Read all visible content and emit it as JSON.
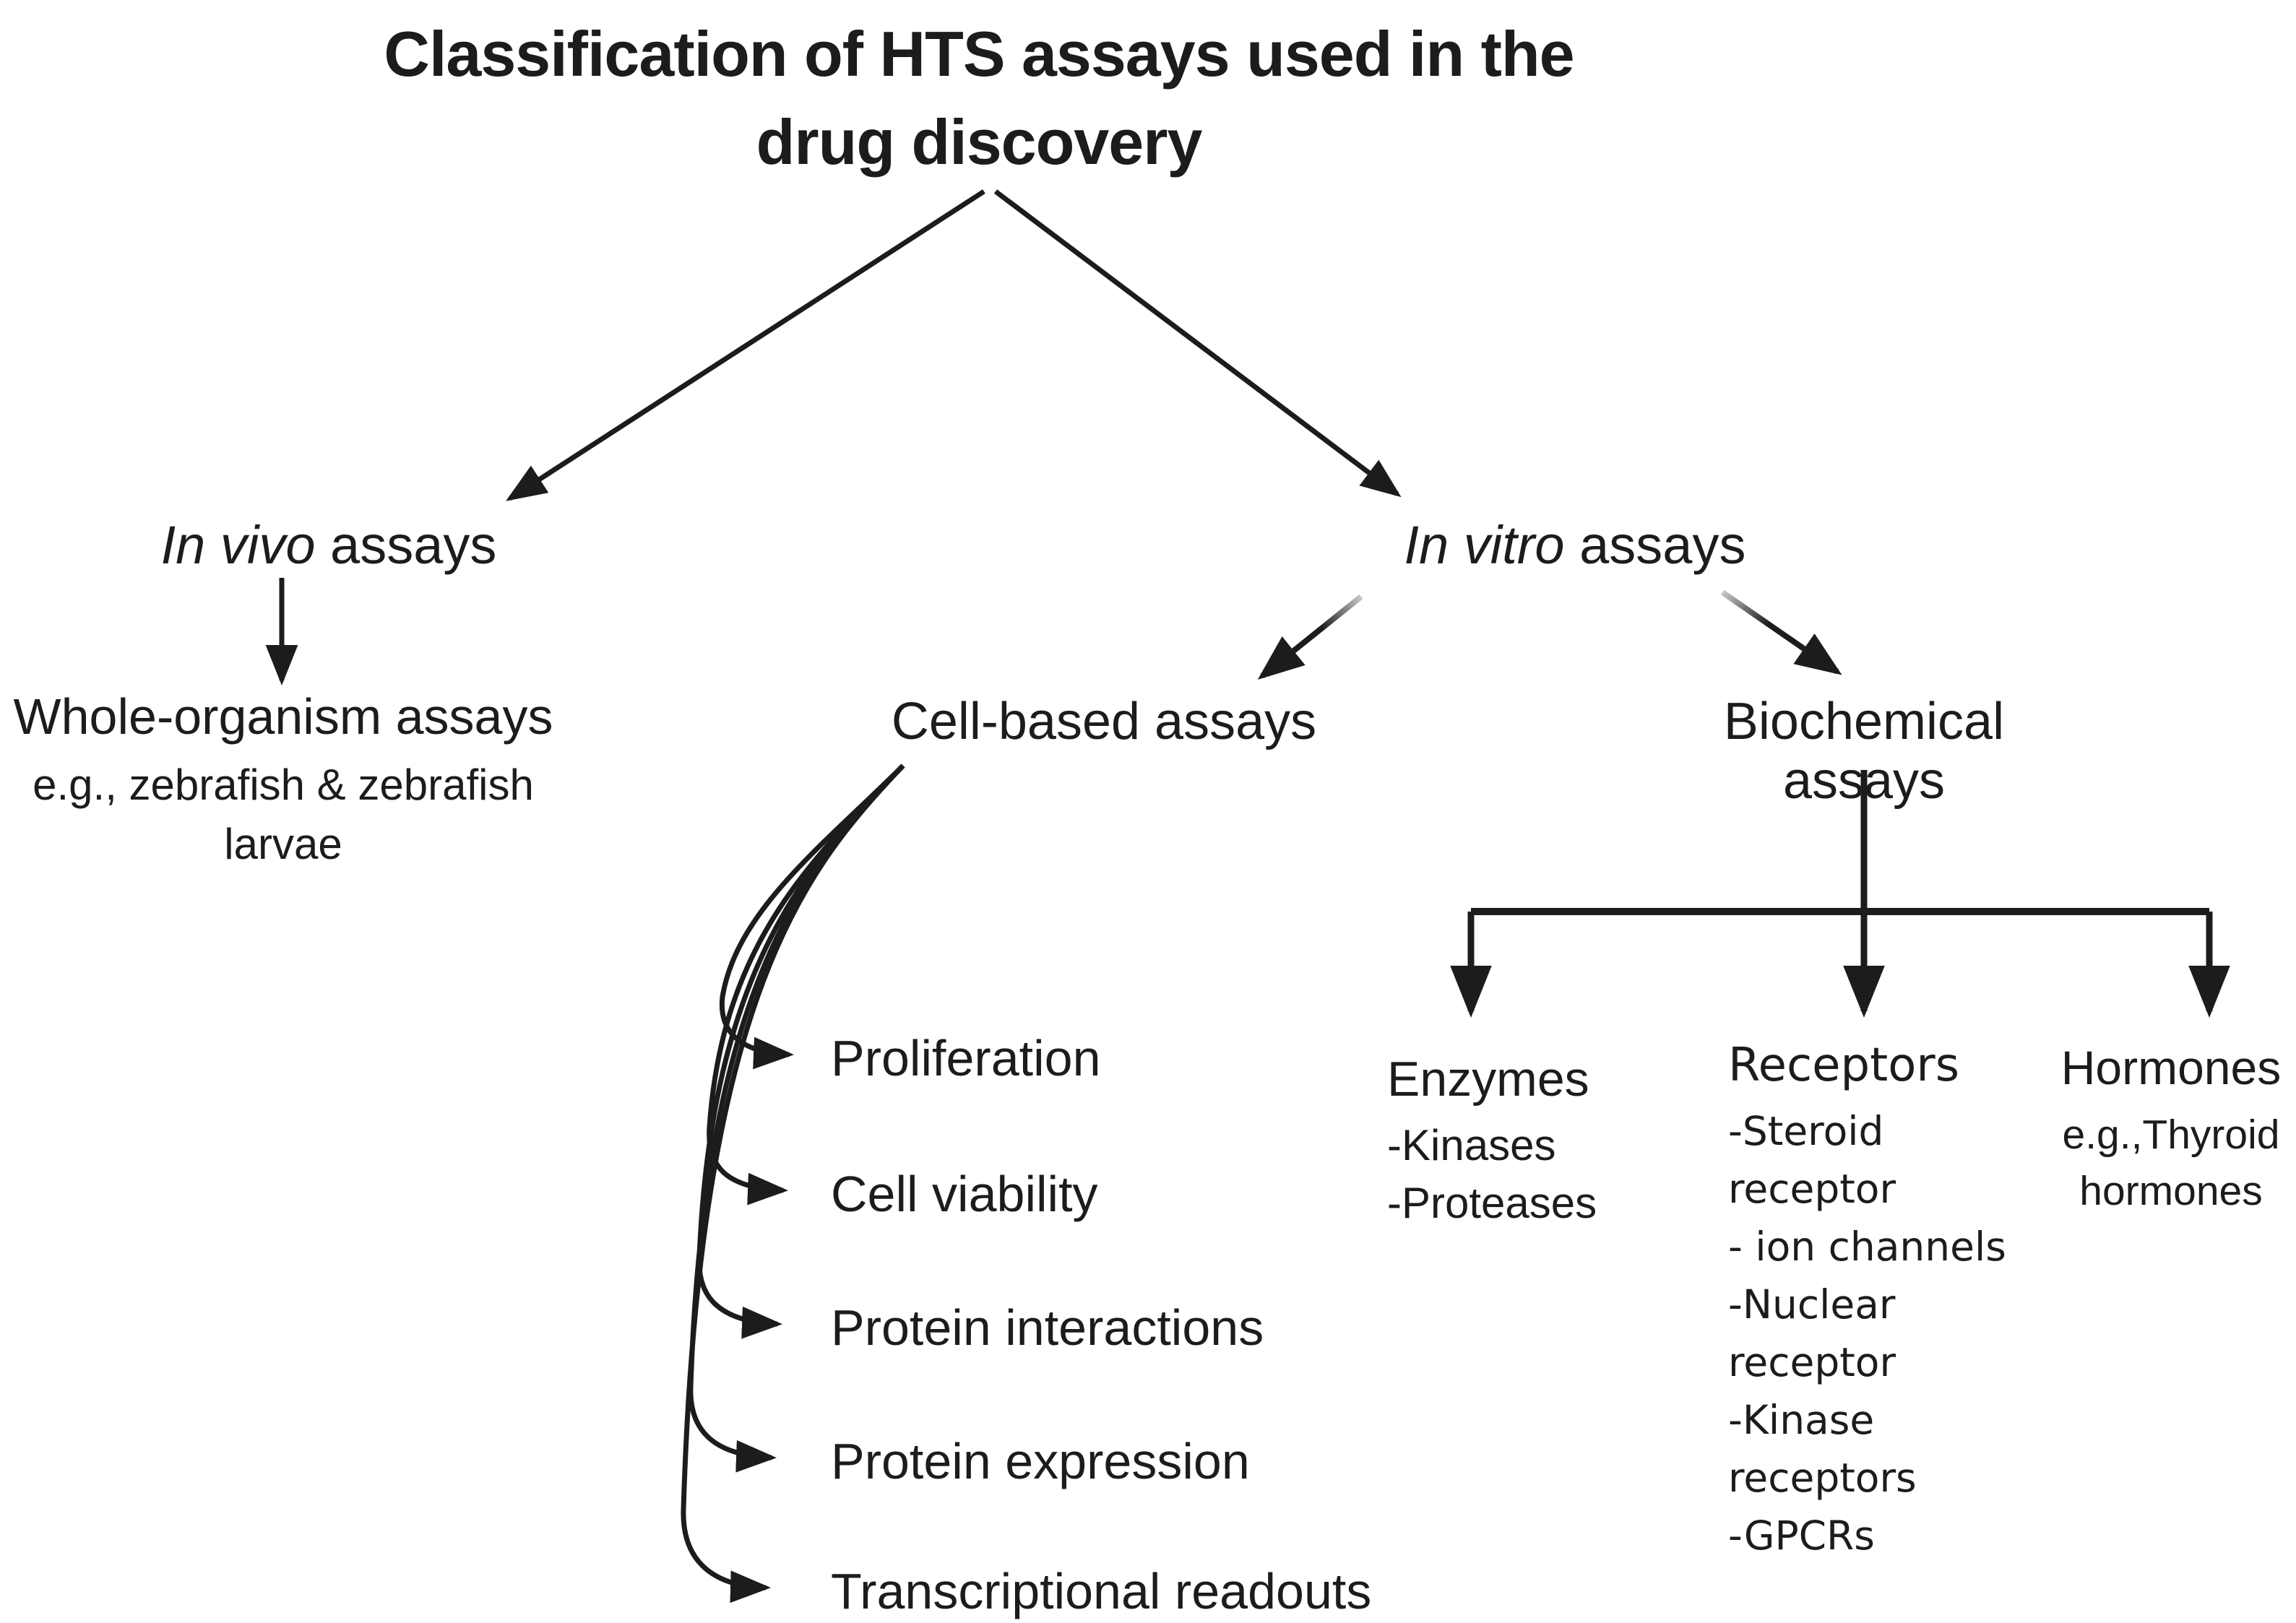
{
  "figure": {
    "title_line1": "Classification of HTS assays used in the",
    "title_line2": "drug discovery"
  },
  "in_vivo": {
    "name_italic": "In vivo",
    "name_rest": " assays"
  },
  "whole_organism": {
    "label": "Whole-organism assays",
    "example_lines": [
      "e.g., zebrafish & zebrafish",
      "larvae"
    ]
  },
  "in_vitro": {
    "name_italic": "In vitro",
    "name_rest": " assays"
  },
  "cell_based": {
    "label": "Cell-based assays",
    "items": [
      "Proliferation",
      "Cell viability",
      "Protein interactions",
      "Protein expression",
      "Transcriptional readouts"
    ]
  },
  "biochemical": {
    "label": "Biochemical assays"
  },
  "enzymes": {
    "label": "Enzymes",
    "items": [
      "-Kinases",
      "-Proteases"
    ]
  },
  "receptors": {
    "label": "Receptors",
    "items": [
      "-Steroid",
      "receptor",
      "- ion channels",
      "-Nuclear",
      "receptor",
      "-Kinase",
      "receptors",
      "-GPCRs"
    ]
  },
  "hormones": {
    "label": "Hormones",
    "example_lines": [
      "e.g.,Thyroid",
      "hormones"
    ]
  },
  "colors": {
    "ink": "#1c1c1c",
    "background": "#ffffff"
  }
}
